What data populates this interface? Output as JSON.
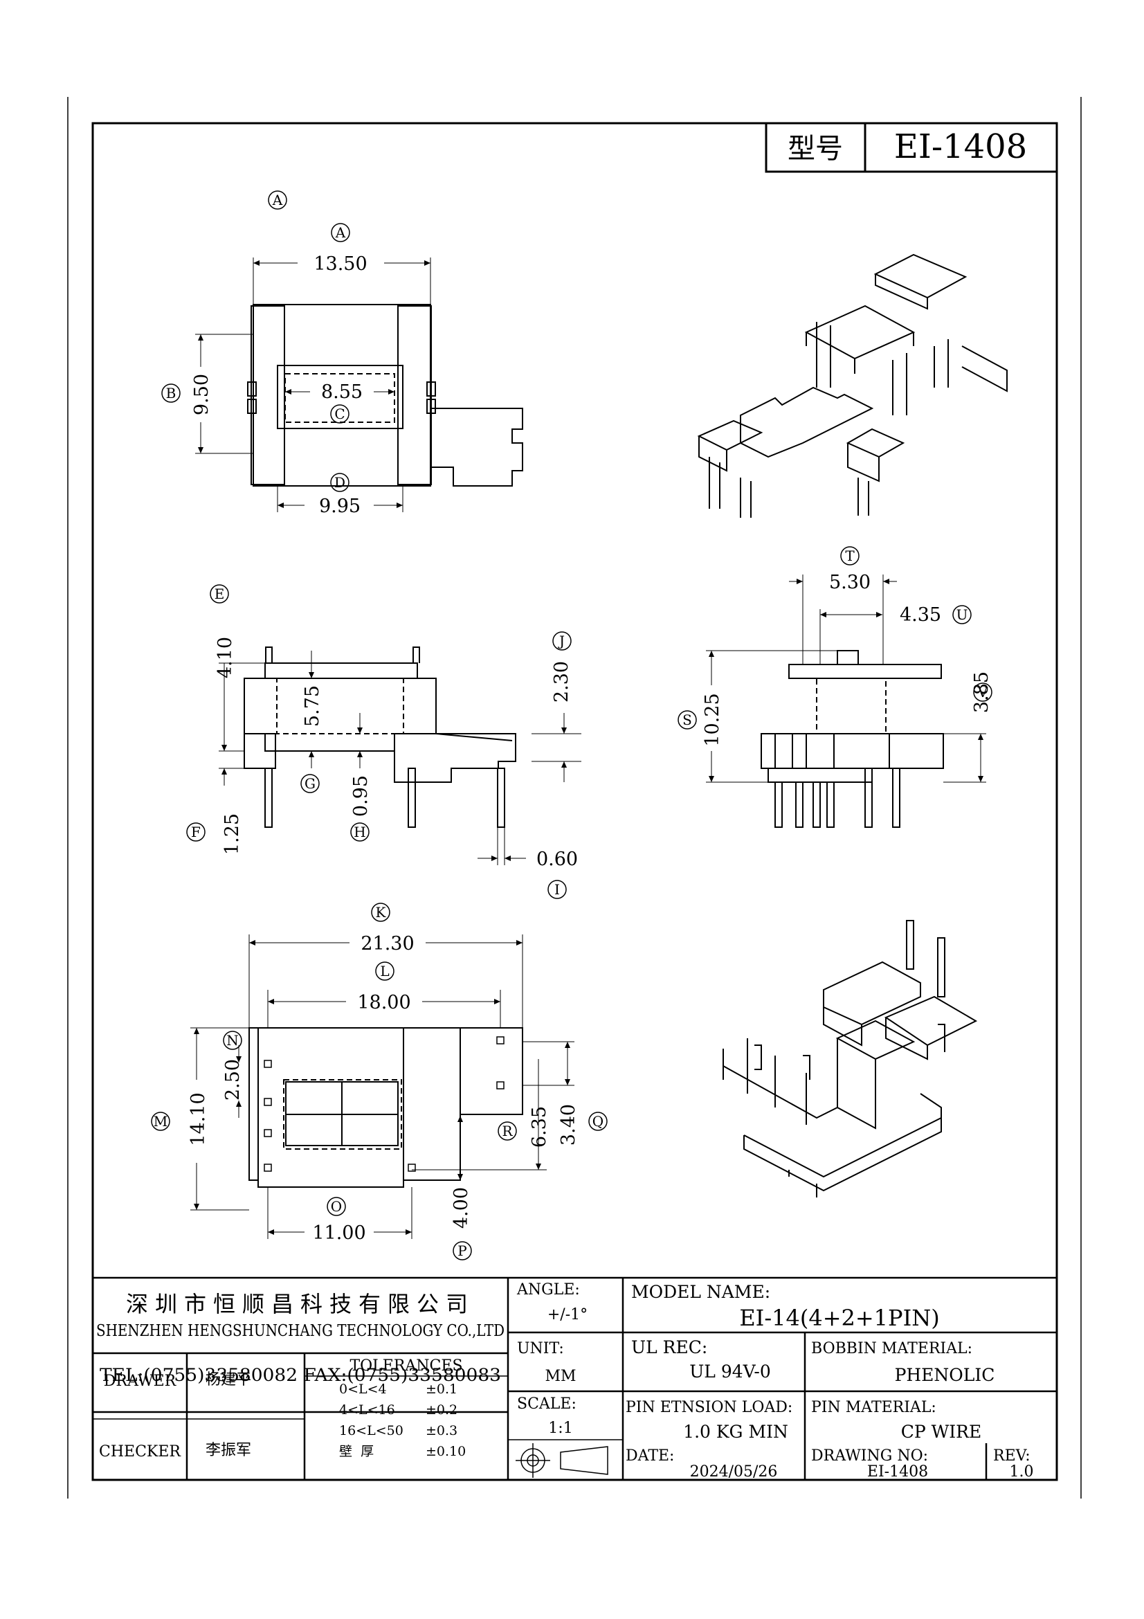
{
  "header": {
    "model_label": "型号",
    "model_value": "EI-1408"
  },
  "view_top": {
    "marker_a_outer": "A",
    "dims": [
      {
        "id": "A",
        "value": "13.50"
      },
      {
        "id": "B",
        "value": "9.50"
      },
      {
        "id": "C",
        "value": "8.55"
      },
      {
        "id": "D",
        "value": "9.95"
      }
    ]
  },
  "view_front": {
    "dims": [
      {
        "id": "E",
        "value": "4.10"
      },
      {
        "id": "F",
        "value": "1.25"
      },
      {
        "id": "G",
        "value": "5.75"
      },
      {
        "id": "H",
        "value": "0.95"
      },
      {
        "id": "I",
        "value": "0.60"
      },
      {
        "id": "J",
        "value": "2.30"
      }
    ]
  },
  "view_side": {
    "dims": [
      {
        "id": "T",
        "value": "5.30"
      },
      {
        "id": "U",
        "value": "4.35"
      },
      {
        "id": "S",
        "value": "10.25"
      },
      {
        "id": "V",
        "value": "3.85"
      }
    ]
  },
  "view_bottom": {
    "dims": [
      {
        "id": "K",
        "value": "21.30"
      },
      {
        "id": "L",
        "value": "18.00"
      },
      {
        "id": "M",
        "value": "14.10"
      },
      {
        "id": "N",
        "value": "2.50"
      },
      {
        "id": "O",
        "value": "11.00"
      },
      {
        "id": "P",
        "value": "4.00"
      },
      {
        "id": "Q",
        "value": "3.40"
      },
      {
        "id": "R",
        "value": "6.35"
      }
    ]
  },
  "title_block": {
    "company_cn": "深圳市恒顺昌科技有限公司",
    "company_en": "SHENZHEN HENGSHUNCHANG TECHNOLOGY CO.,LTD",
    "contact": "TEL:(0755)33580082 FAX:(0755)33580083",
    "angle_label": "ANGLE:",
    "angle_value": "+/-1°",
    "unit_label": "UNIT:",
    "unit_value": "MM",
    "scale_label": "SCALE:",
    "scale_value": "1:1",
    "model_name_label": "MODEL NAME:",
    "model_name_value": "EI-14(4+2+1PIN)",
    "ul_label": "UL REC:",
    "ul_value": "UL 94V-0",
    "bobbin_label": "BOBBIN MATERIAL:",
    "bobbin_value": "PHENOLIC",
    "pin_load_label": "PIN ETNSION LOAD:",
    "pin_load_value": "1.0 KG MIN",
    "pin_mat_label": "PIN MATERIAL:",
    "pin_mat_value": "CP WIRE",
    "date_label": "DATE:",
    "date_value": "2024/05/26",
    "drawing_no_label": "DRAWING NO:",
    "drawing_no_value": "EI-1408",
    "rev_label": "REV:",
    "rev_value": "1.0",
    "drawer_label": "DRAWER",
    "drawer_name": "杨建平",
    "checker_label": "CHECKER",
    "checker_name": "李振军",
    "tolerances_title": "TOLERANCES",
    "tolerances": [
      {
        "range": "0<L<4",
        "value": "±0.1"
      },
      {
        "range": "4<L<16",
        "value": "±0.2"
      },
      {
        "range": "16<L<50",
        "value": "±0.3"
      },
      {
        "range": "壁  厚",
        "value": "±0.10"
      }
    ]
  }
}
